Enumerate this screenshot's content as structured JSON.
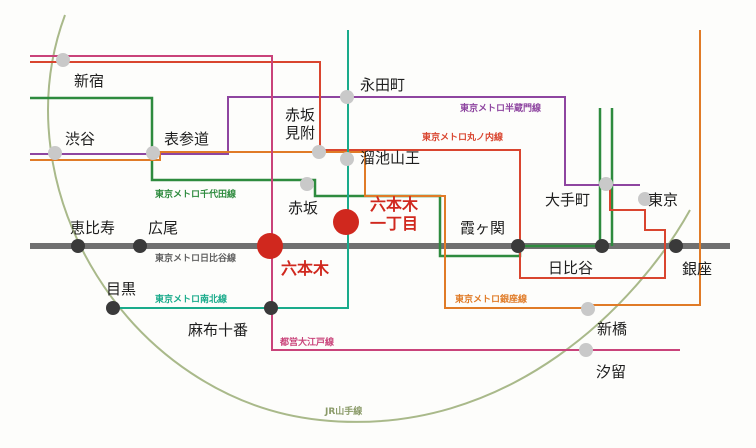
{
  "lines": {
    "hibiya": {
      "label": "東京メトロ日比谷線",
      "color": "#707070"
    },
    "yamanote": {
      "label": "JR山手線",
      "color": "#a9b98a"
    },
    "chiyoda": {
      "label": "東京メトロ千代田線",
      "color": "#2e8b3e"
    },
    "hanzomon": {
      "label": "東京メトロ半蔵門線",
      "color": "#8e45a0"
    },
    "marunouchi": {
      "label": "東京メトロ丸ノ内線",
      "color": "#d9452f"
    },
    "ginza": {
      "label": "東京メトロ銀座線",
      "color": "#e07b27"
    },
    "namboku": {
      "label": "東京メトロ南北線",
      "color": "#1aab8b"
    },
    "oedo": {
      "label": "都営大江戸線",
      "color": "#c9437a"
    }
  },
  "stations": {
    "shinjuku": "新宿",
    "shibuya": "渋谷",
    "omotesando": "表参道",
    "ebisu": "恵比寿",
    "hiroo": "広尾",
    "meguro": "目黒",
    "roppongi": "六本木",
    "azabujuban": "麻布十番",
    "akasaka_mitsuke_1": "赤坂",
    "akasaka_mitsuke_2": "見附",
    "nagatacho": "永田町",
    "tameike_sanno": "溜池山王",
    "akasaka": "赤坂",
    "roppongi_itchome_1": "六本木",
    "roppongi_itchome_2": "一丁目",
    "kasumigaseki": "霞ヶ関",
    "hibiya": "日比谷",
    "otemachi": "大手町",
    "tokyo": "東京",
    "ginza": "銀座",
    "shimbashi": "新橋",
    "shiodome": "汐留"
  },
  "colors": {
    "highlight": "#d0281e",
    "station_dot": "#c9c9c9",
    "transfer_dot": "#3a3a3a"
  }
}
